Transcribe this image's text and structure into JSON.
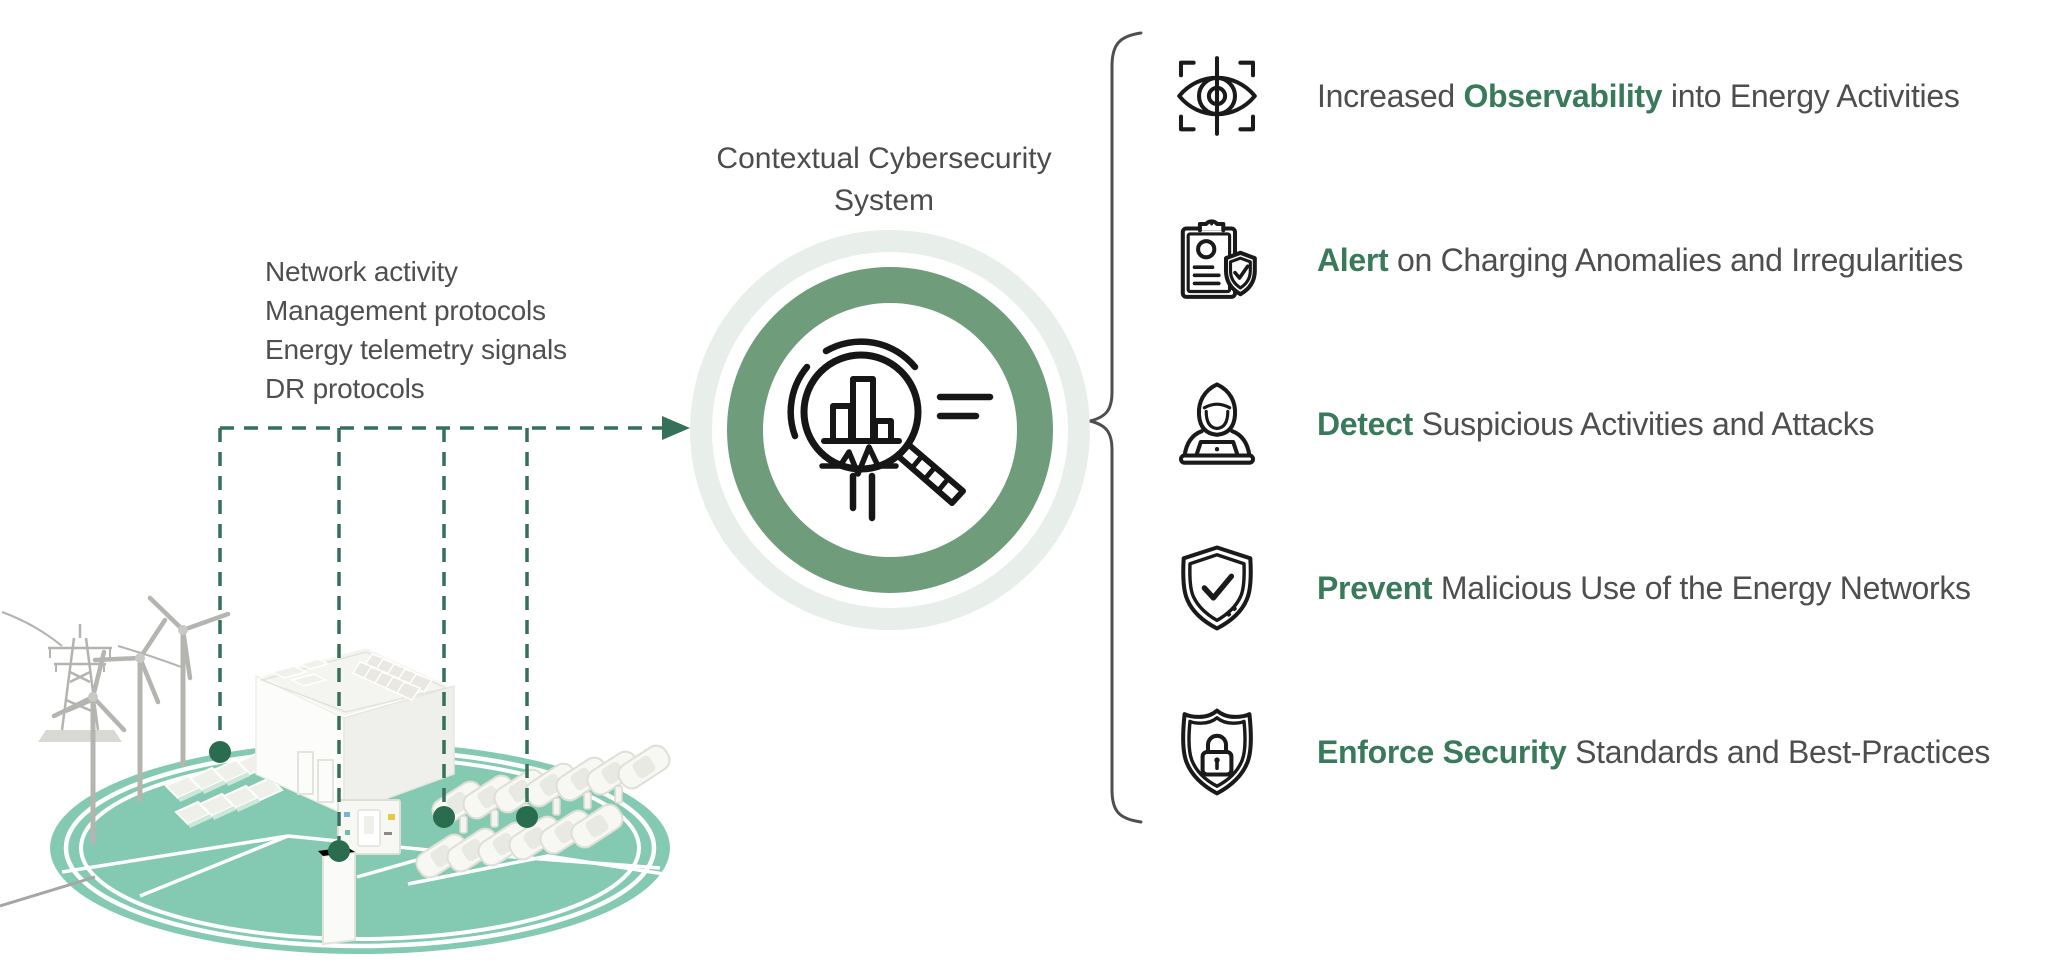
{
  "title": {
    "line1": "Contextual Cybersecurity",
    "line2": "System"
  },
  "signals": [
    "Network activity",
    "Management protocols",
    "Energy telemetry signals",
    "DR protocols"
  ],
  "benefits": [
    {
      "icon": "eye-scan-icon",
      "pre": "Increased ",
      "highlight": "Observability",
      "post": " into Energy Activities"
    },
    {
      "icon": "clipboard-shield-icon",
      "pre": "",
      "highlight": "Alert",
      "post": " on Charging Anomalies and Irregularities"
    },
    {
      "icon": "hacker-laptop-icon",
      "pre": "",
      "highlight": "Detect",
      "post": " Suspicious Activities and Attacks"
    },
    {
      "icon": "shield-check-icon",
      "pre": "",
      "highlight": "Prevent",
      "post": " Malicious Use of the Energy Networks"
    },
    {
      "icon": "shield-lock-icon",
      "pre": "",
      "highlight": "Enforce Security",
      "post": " Standards and Best-Practices"
    }
  ],
  "colors": {
    "accent_green": "#397a5b",
    "ring_green": "#6f9d7b",
    "halo": "#e8eee9",
    "dash_green": "#34705a",
    "dot_green": "#2a6c4e",
    "platform_teal": "#84cab3",
    "text_gray": "#4e4e4e"
  }
}
